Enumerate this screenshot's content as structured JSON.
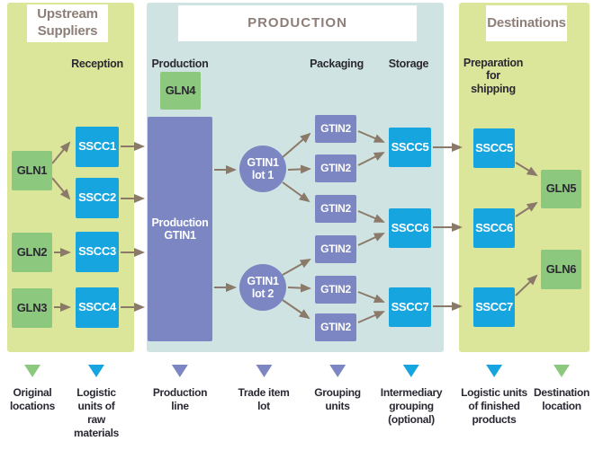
{
  "headers": {
    "upstream": "Upstream\nSuppliers",
    "production": "PRODUCTION",
    "destinations": "Destinations"
  },
  "column_labels": {
    "reception": "Reception",
    "production": "Production",
    "packaging": "Packaging",
    "storage": "Storage",
    "preparation": "Preparation\nfor\nshipping"
  },
  "nodes": {
    "gln1": "GLN1",
    "gln2": "GLN2",
    "gln3": "GLN3",
    "gln4": "GLN4",
    "sscc1": "SSCC1",
    "sscc2": "SSCC2",
    "sscc3": "SSCC3",
    "sscc4": "SSCC4",
    "production_gtin1": "Production\nGTIN1",
    "lot1": "GTIN1\nlot 1",
    "lot2": "GTIN1\nlot 2",
    "gtin2": "GTIN2",
    "sscc5": "SSCC5",
    "sscc6": "SSCC6",
    "sscc7": "SSCC7",
    "gln5": "GLN5",
    "gln6": "GLN6"
  },
  "legend": {
    "items": [
      {
        "label": "Original\nlocations",
        "color": "#8cc87d",
        "icon": "triangle-down-icon"
      },
      {
        "label": "Logistic\nunits of\nraw\nmaterials",
        "color": "#17a5df",
        "icon": "triangle-down-icon"
      },
      {
        "label": "Production\nline",
        "color": "#7b86c2",
        "icon": "triangle-down-icon"
      },
      {
        "label": "Trade item\nlot",
        "color": "#7b86c2",
        "icon": "triangle-down-icon"
      },
      {
        "label": "Grouping\nunits",
        "color": "#7b86c2",
        "icon": "triangle-down-icon"
      },
      {
        "label": "Intermediary\ngrouping\n(optional)",
        "color": "#17a5df",
        "icon": "triangle-down-icon"
      },
      {
        "label": "Logistic units\nof finished\nproducts",
        "color": "#17a5df",
        "icon": "triangle-down-icon"
      },
      {
        "label": "Destination\nlocation",
        "color": "#8cc87d",
        "icon": "triangle-down-icon"
      }
    ]
  },
  "colors": {
    "panel_yellow_green": "#dce69a",
    "panel_blue": "#cfe4e2",
    "node_green": "#8cc87d",
    "node_cyan": "#17a5df",
    "node_purple": "#7b86c2",
    "arrow": "#8b7969",
    "header_text": "#8d7f77",
    "label_text": "#2b2833"
  }
}
